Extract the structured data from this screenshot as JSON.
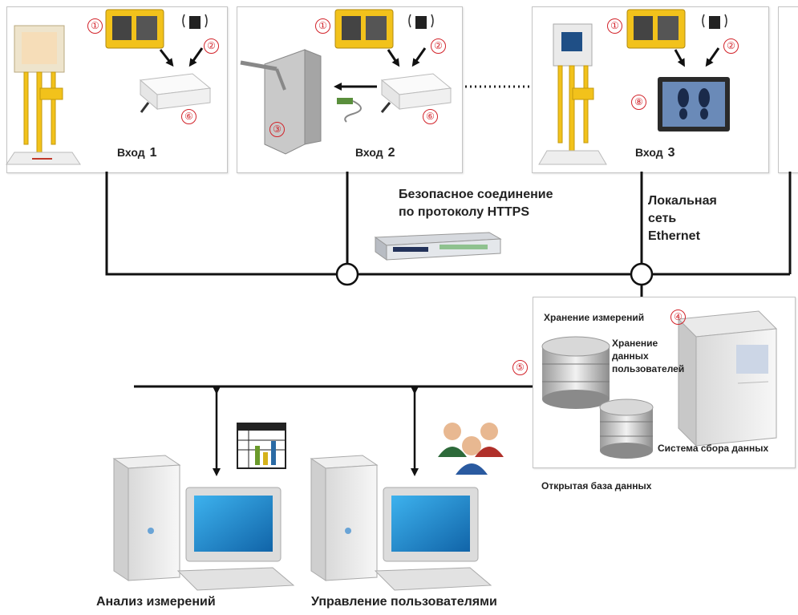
{
  "entries": [
    {
      "label": "Вход",
      "number": "1"
    },
    {
      "label": "Вход",
      "number": "2"
    },
    {
      "label": "Вход",
      "number": "3"
    }
  ],
  "badges": {
    "reader": "①",
    "wireless": "②",
    "turnstile": "③",
    "storage": "④",
    "user_db": "⑤",
    "controller": "⑥",
    "display": "⑧"
  },
  "network": {
    "secure_line1": "Безопасное соединение",
    "secure_line2": "по протоколу HTTPS",
    "lan_line1": "Локальная",
    "lan_line2": "сеть",
    "lan_line3": "Ethernet"
  },
  "database": {
    "storage_label": "Хранение измерений",
    "user_data_line1": "Хранение",
    "user_data_line2": "данных",
    "user_data_line3": "пользователей",
    "collection_label": "Система сбора данных",
    "open_db_label": "Открытая база данных"
  },
  "clients": {
    "analysis_label": "Анализ измерений",
    "users_label": "Управление пользователями"
  },
  "colors": {
    "badge": "#d2232a",
    "kiosk": "#f2c21b",
    "reader": "#f2c21b",
    "screen": "#1e8fd0"
  }
}
